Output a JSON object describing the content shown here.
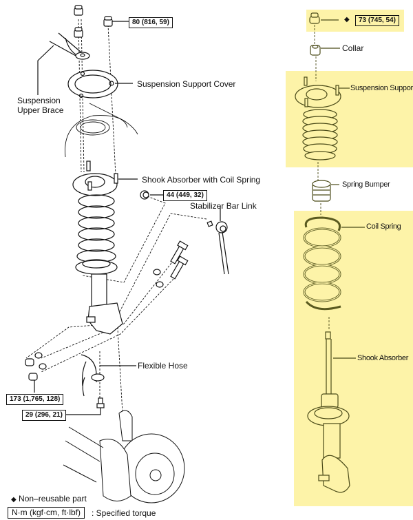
{
  "colors": {
    "highlight": "#fdf3a8",
    "line": "#111111",
    "yellow_line": "#5a5a20"
  },
  "left_diagram": {
    "labels": {
      "upper_brace": [
        "Suspension",
        "Upper Brace"
      ],
      "support_cover": "Suspension Support Cover",
      "shock_with_spring": "Shook Absorber with Coil Spring",
      "stabilizer_link": "Stabilizer Bar Link",
      "flexible_hose": "Flexible Hose"
    },
    "torques": {
      "top_nut": "80 (816, 59)",
      "stabilizer_nut": "44 (449, 32)",
      "knuckle_nut": "173 (1,765, 128)",
      "hose_bolt": "29 (296, 21)"
    }
  },
  "right_diagram": {
    "top_torque": "73 (745, 54)",
    "non_reusable_marker": "◆",
    "labels": {
      "collar": "Collar",
      "suspension_support": "Suspension Support",
      "spring_bumper": "Spring Bumper",
      "coil_spring": "Coil Spring",
      "shock_absorber": "Shook Absorber"
    }
  },
  "legend": {
    "non_reusable_symbol": "◆",
    "non_reusable_text": "Non–reusable part",
    "torque_unit_box": "N·m (kgf·cm, ft·lbf)",
    "torque_unit_text": ": Specified torque"
  }
}
